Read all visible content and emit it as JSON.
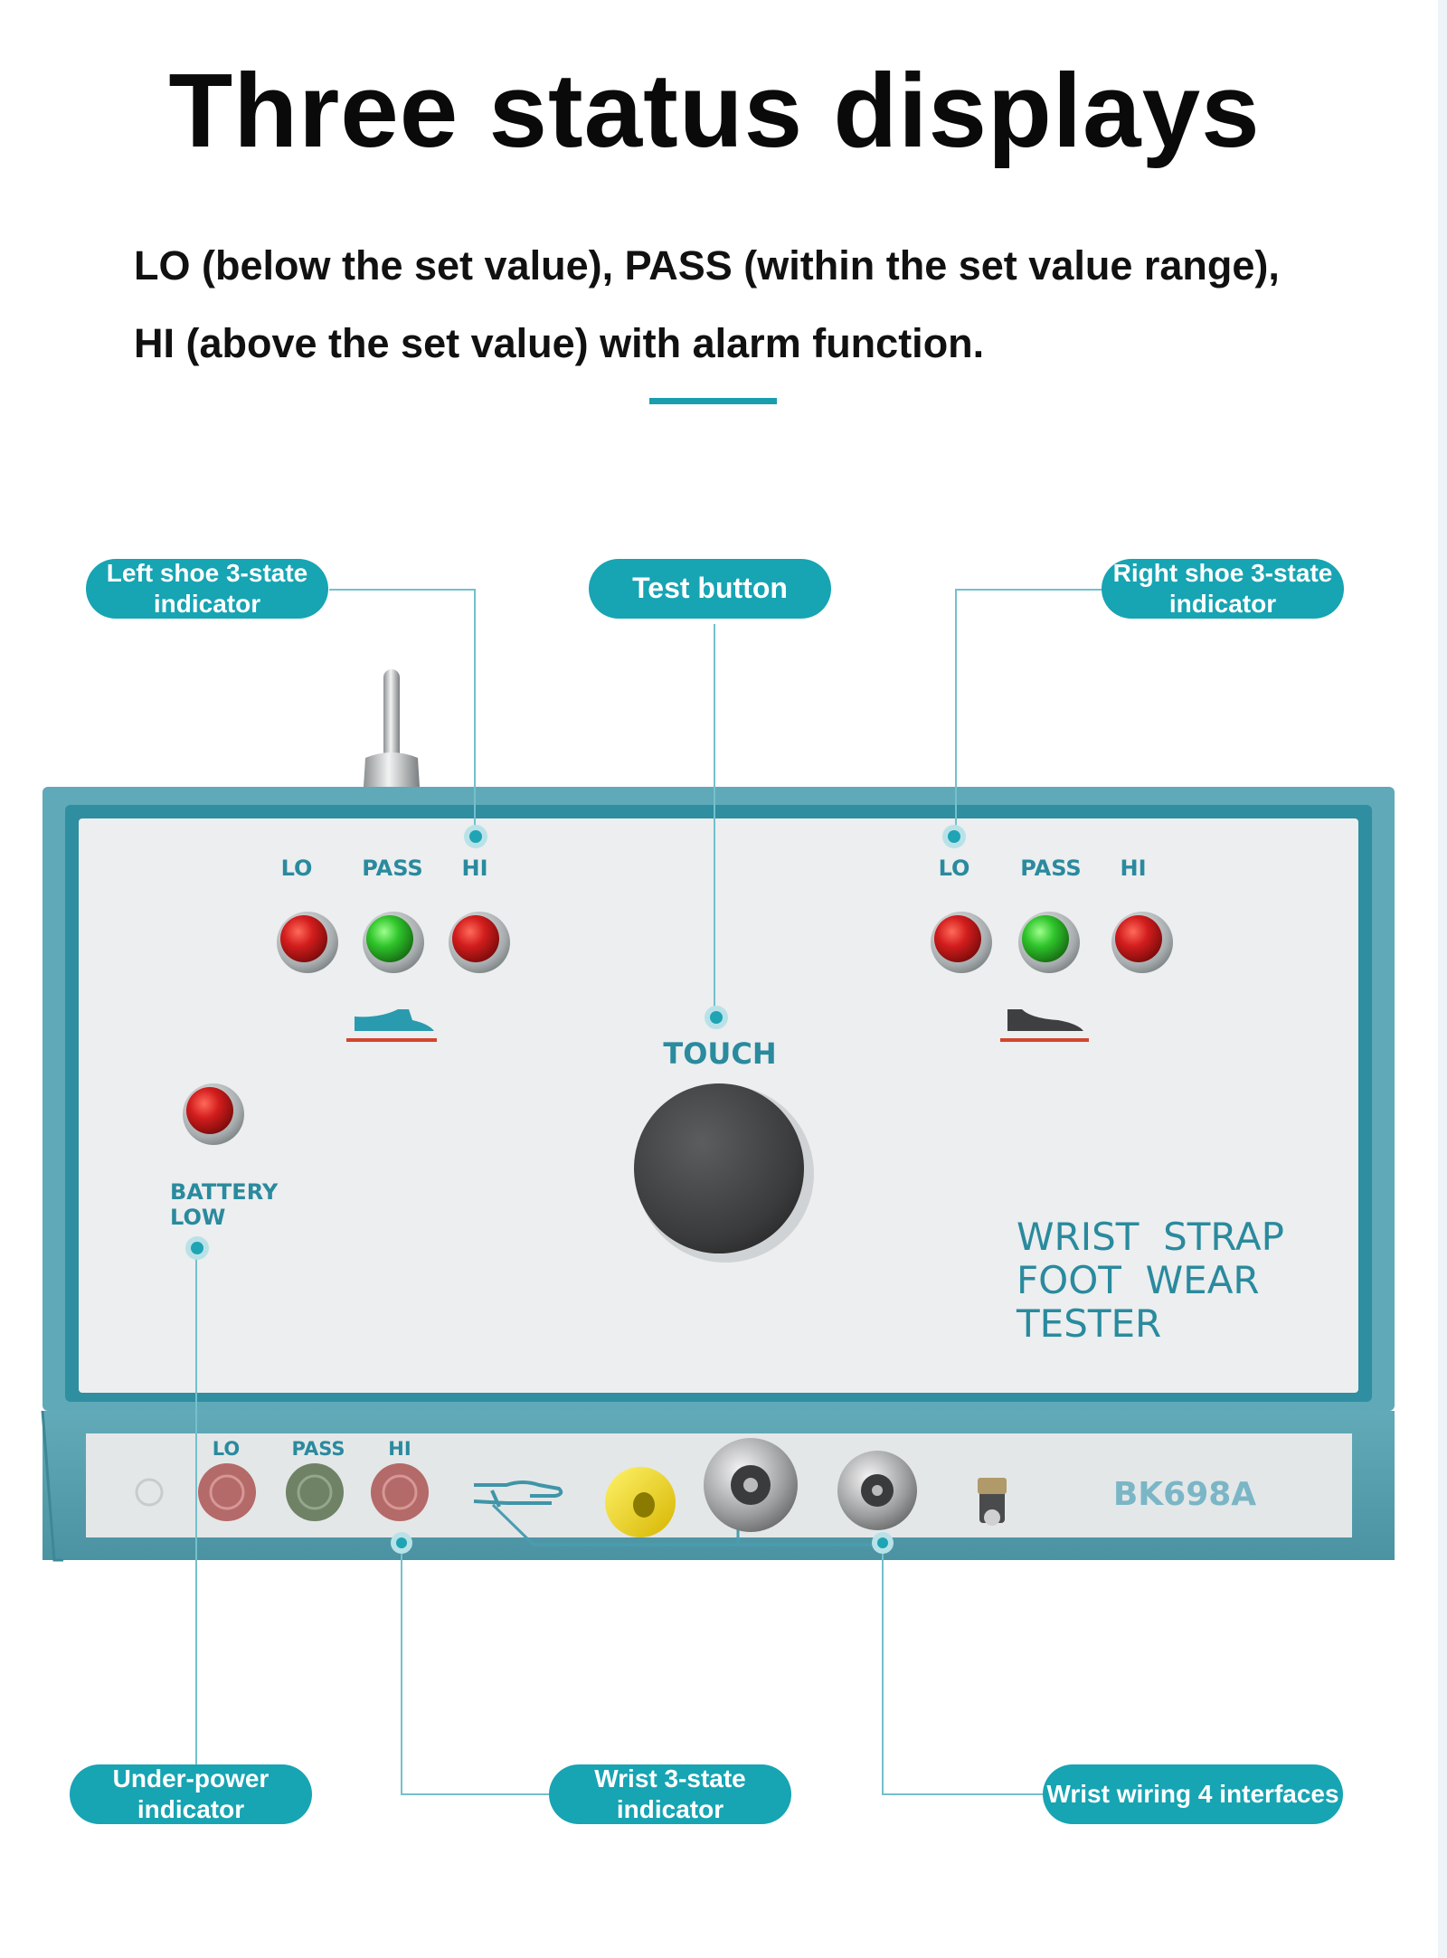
{
  "title": "Three status displays",
  "subtitle": {
    "line1": "LO (below the set value), PASS (within the set value range),",
    "line2": "HI (above the set value) with alarm function."
  },
  "callouts": {
    "left_shoe": "Left shoe 3-state indicator",
    "test_button": "Test button",
    "right_shoe": "Right shoe 3-state indicator",
    "under_power": "Under-power indicator",
    "wrist_state": "Wrist 3-state indicator",
    "wrist_wiring": "Wrist wiring 4 interfaces"
  },
  "device": {
    "left_labels": {
      "lo": "LO",
      "pass": "PASS",
      "hi": "HI"
    },
    "right_labels": {
      "lo": "LO",
      "pass": "PASS",
      "hi": "HI"
    },
    "touch_label": "TOUCH",
    "battery_line1": "BATTERY",
    "battery_line2": "LOW",
    "name_line1": "WRIST  STRAP",
    "name_line2": "FOOT  WEAR",
    "name_line3": "TESTER",
    "front_labels": {
      "lo": "LO",
      "pass": "PASS",
      "hi": "HI"
    },
    "model": "BK698A"
  },
  "colors": {
    "accent": "#17a4b3",
    "casing": "#5fa9b8",
    "panel": "#eceeef",
    "led_red": "#c8191b",
    "led_green": "#29b029",
    "panel_text": "#2a8a9e",
    "shoe_underline": "#d2452c"
  },
  "icons": [
    "toggle-switch-icon",
    "left-shoe-icon",
    "right-shoe-icon",
    "hand-icon",
    "touch-pad-icon"
  ]
}
